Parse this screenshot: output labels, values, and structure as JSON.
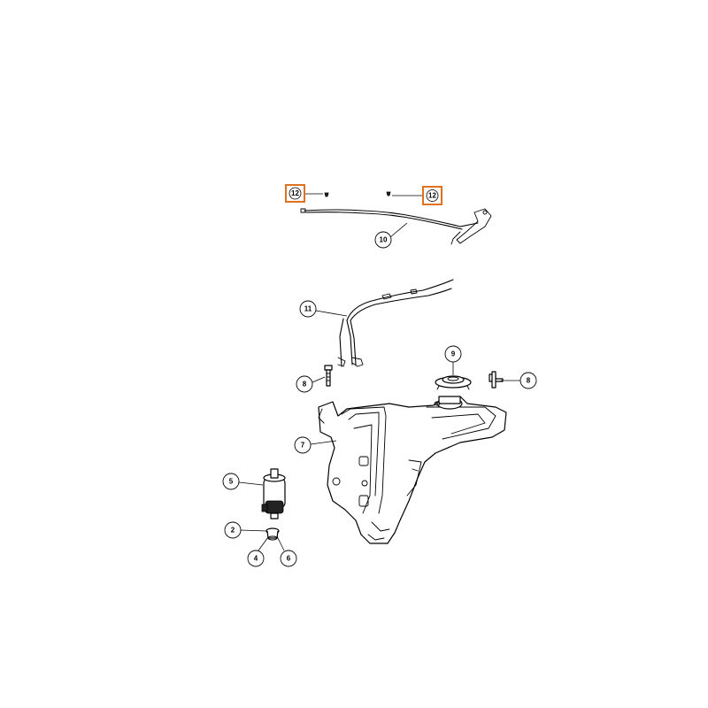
{
  "highlight_color": "#e0721f",
  "callouts": {
    "c12a": "12",
    "c12b": "12",
    "c10": "10",
    "c11": "11",
    "c9": "9",
    "c8a": "8",
    "c8b": "8",
    "c7": "7",
    "c5": "5",
    "c2": "2",
    "c4": "4",
    "c6": "6"
  }
}
